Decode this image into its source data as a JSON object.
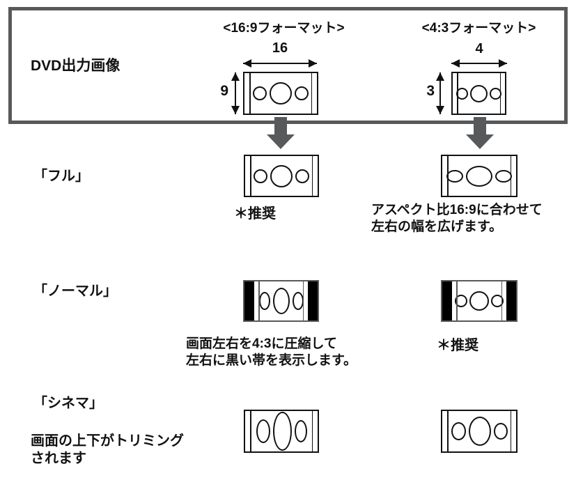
{
  "colors": {
    "background": "#ffffff",
    "ink": "#111111",
    "frame_gray": "#58595b",
    "letterbox_black": "#000000"
  },
  "source_box": {
    "label": "DVD出力画像",
    "format_169": {
      "title": "<16:9フォーマット>",
      "width_label": "16",
      "height_label": "9"
    },
    "format_43": {
      "title": "<4:3フォーマット>",
      "width_label": "4",
      "height_label": "3"
    }
  },
  "rows": {
    "full": {
      "label": "「フル」",
      "left_note": "＊推奨",
      "right_note": "アスペクト比16:9に合わせて\n左右の幅を広げます。"
    },
    "normal": {
      "label": "「ノーマル」",
      "left_note": "画面左右を4:3に圧縮して\n左右に黒い帯を表示します。",
      "right_note": "＊推奨"
    },
    "cinema": {
      "label": "「シネマ」",
      "left_note": "画面の上下がトリミング\nされます"
    }
  }
}
